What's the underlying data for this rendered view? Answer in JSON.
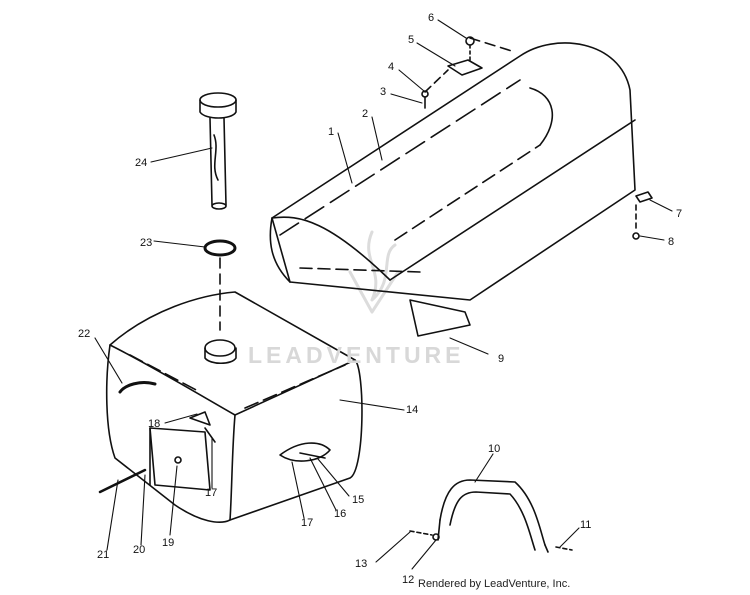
{
  "watermark": {
    "brand": "LEADVENTURE"
  },
  "footer": {
    "text": "Rendered by LeadVenture, Inc."
  },
  "callouts": [
    "1",
    "2",
    "3",
    "4",
    "5",
    "6",
    "7",
    "8",
    "9",
    "10",
    "11",
    "12",
    "13",
    "14",
    "15",
    "16",
    "17",
    "17",
    "18",
    "19",
    "20",
    "21",
    "22",
    "23",
    "24"
  ]
}
